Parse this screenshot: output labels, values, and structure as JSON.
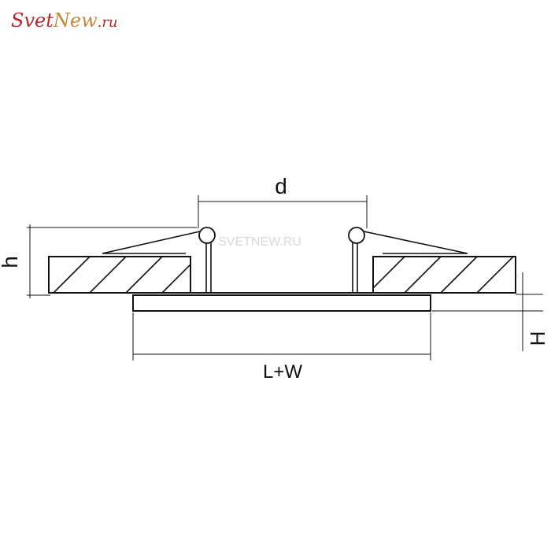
{
  "logo": {
    "part1": "Svet",
    "part2": "New",
    "part3": ".ru"
  },
  "watermark": "SVETNEW.RU",
  "dimensions": {
    "d": "d",
    "h": "h",
    "lw": "L+W",
    "H": "H"
  },
  "colors": {
    "line": "#111111",
    "logo_red": "#b5262a",
    "logo_gold": "#c48a3a",
    "watermark": "#d8d8d8"
  }
}
